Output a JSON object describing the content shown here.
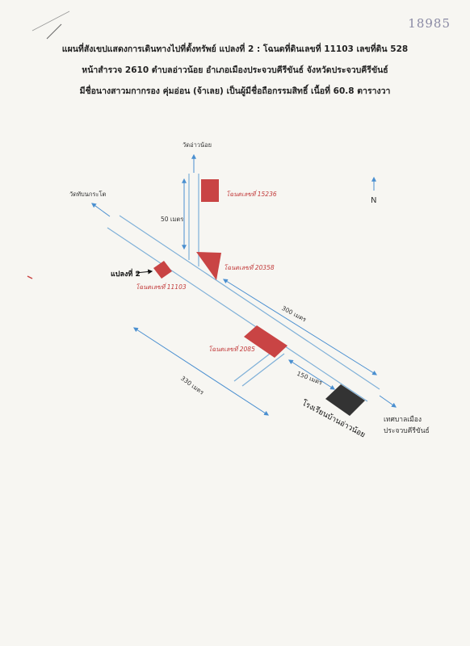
{
  "document_number": "18985",
  "header": {
    "line1": "แผนที่สังเขปแสดงการเดินทางไปที่ตั้งทรัพย์ แปลงที่ 2 : โฉนดที่ดินเลขที่ 11103 เลขที่ดิน 528",
    "line2": "หน้าสำรวจ 2610 ตำบลอ่าวน้อย อำเภอเมืองประจวบคีรีขันธ์ จังหวัดประจวบคีรีขันธ์",
    "line3": "มีชื่อนางสาวมกากรอง คุ่มอ่อน (จ้าเลย) เป็นผู้มีชื่อถือกรรมสิทธิ์ เนื้อที่ 60.8 ตารางวา"
  },
  "map": {
    "north_label": "N",
    "places": {
      "wat_ao_noi": "วัดอ่าวน้อย",
      "wat_khao": "วัดทับนกระโต",
      "municipality_line1": "เทศบาลเมือง",
      "municipality_line2": "ประจวบคีรีขันธ์",
      "school": "โรงเรียนบ้านอ่าวน้อย"
    },
    "parcels": {
      "p15236": "โฉนดเลขที่ 15236",
      "p20358": "โฉนดเลขที่ 20358",
      "p11103": "โฉนดเลขที่ 11103",
      "p2085": "โฉนดเลขที่ 2085"
    },
    "target_label": "แปลงที่ 2",
    "distances": {
      "d50": "50 เมตร",
      "d300": "300 เมตร",
      "d330": "330 เมตร",
      "d150": "150 เมตร"
    },
    "colors": {
      "road": "#7fb0d8",
      "arrow": "#4a8fd0",
      "parcel": "#c94444",
      "school": "#333333"
    }
  }
}
